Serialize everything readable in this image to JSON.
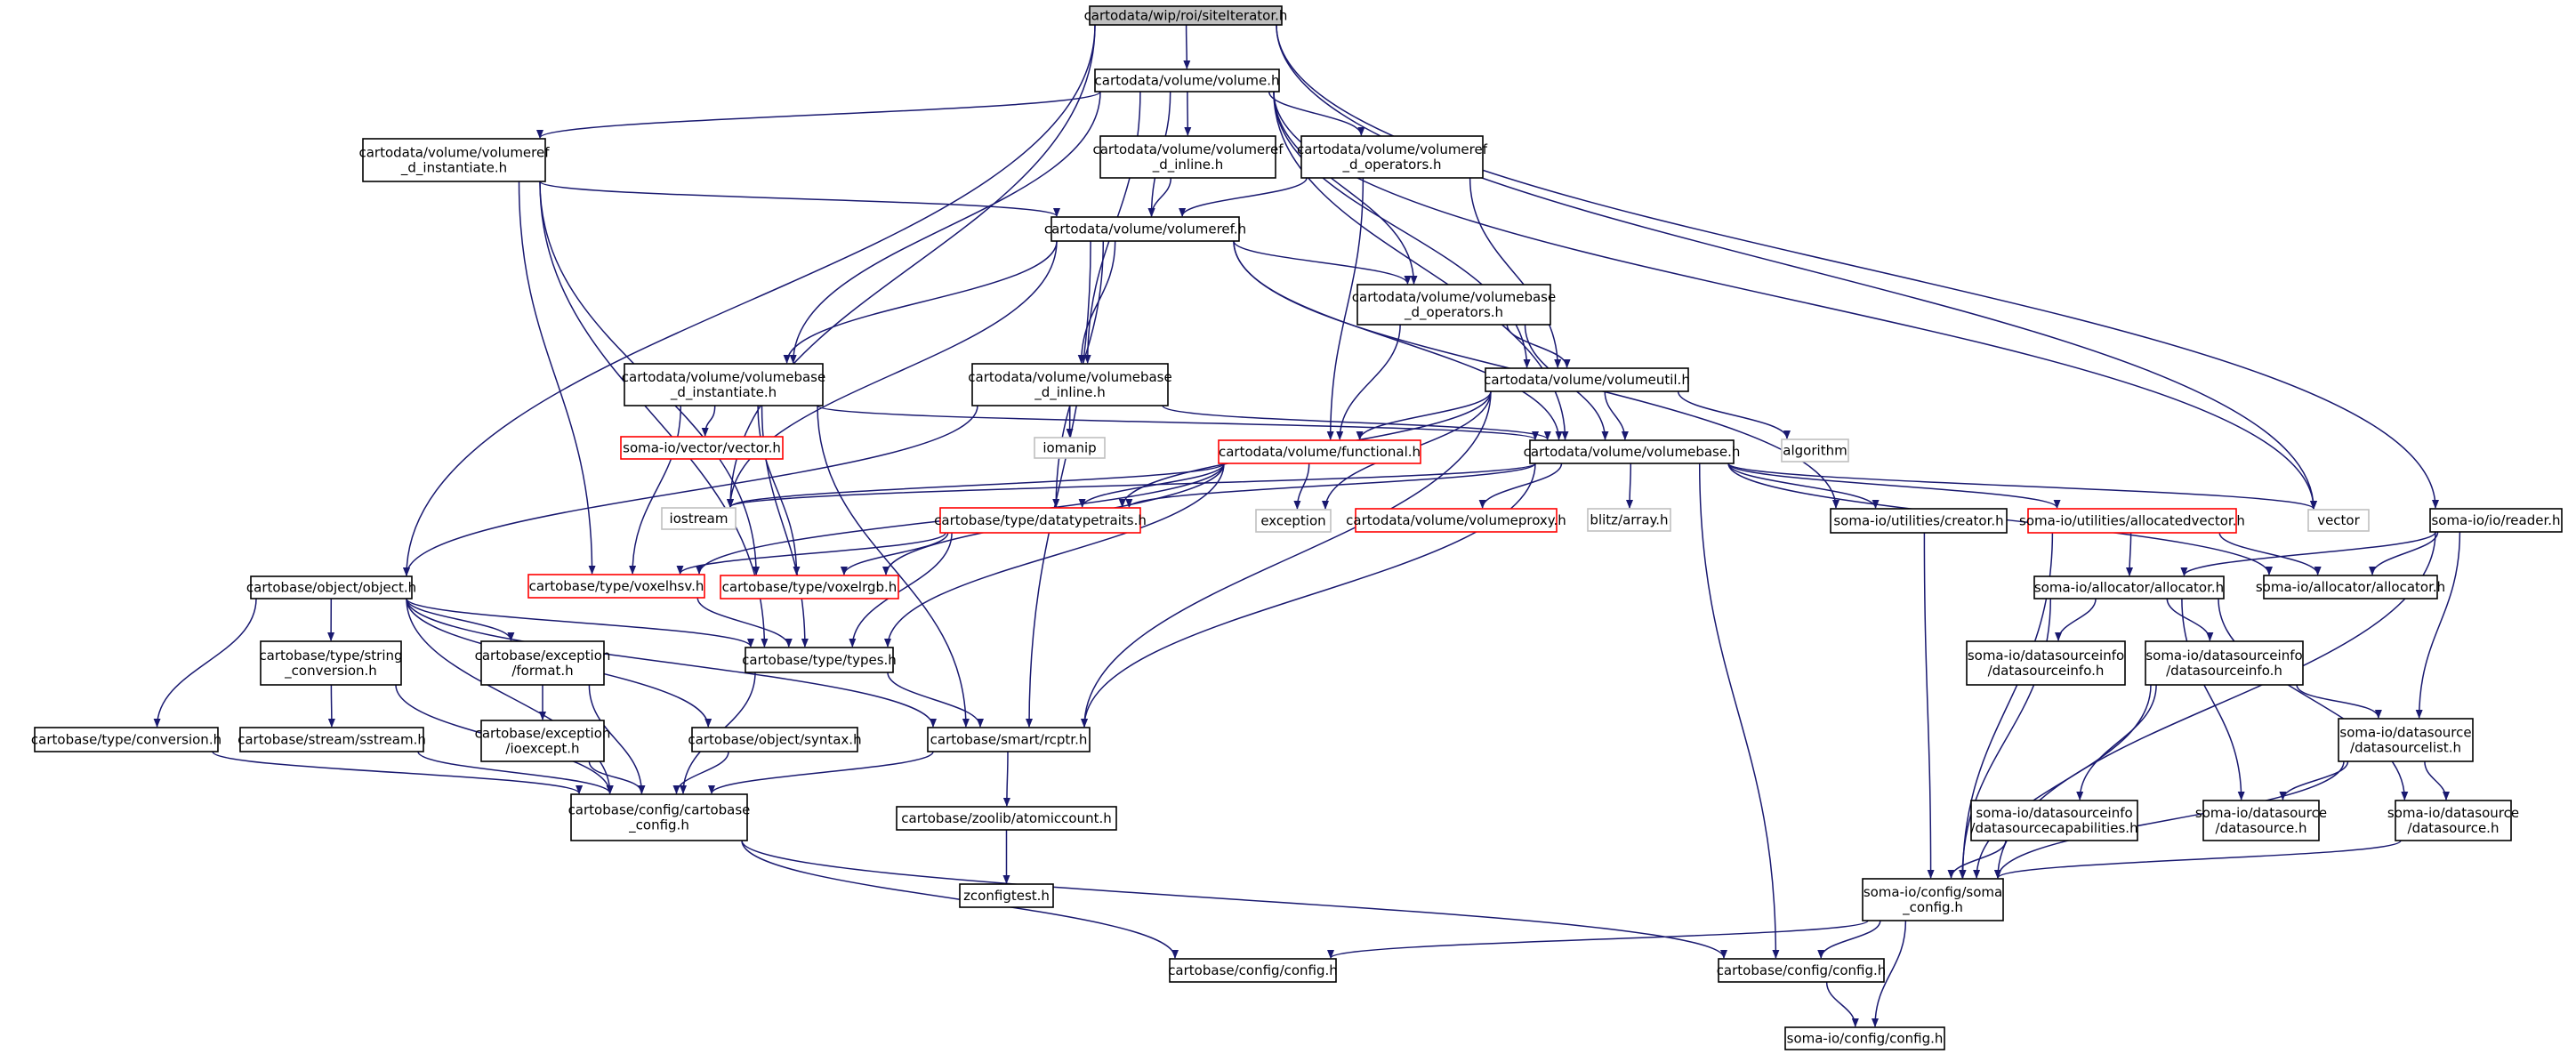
{
  "colors": {
    "edge": "#191970",
    "border": "#000000",
    "border_external": "#bfbfbf",
    "border_truncated": "#ff0000",
    "fill_root": "#bfbfbf",
    "fill_node": "#ffffff",
    "text": "#000000",
    "text_external": "#000000"
  },
  "nodes": [
    {
      "id": "n_siteiterator",
      "lines": [
        "cartodata/wip/roi/siteIterator.h"
      ],
      "style": "root"
    },
    {
      "id": "n_volume",
      "lines": [
        "cartodata/volume/volume.h"
      ],
      "style": "normal"
    },
    {
      "id": "n_volumeref_d_instantiate",
      "lines": [
        "cartodata/volume/volumeref",
        "_d_instantiate.h"
      ],
      "style": "normal"
    },
    {
      "id": "n_volumeref_d_inline",
      "lines": [
        "cartodata/volume/volumeref",
        "_d_inline.h"
      ],
      "style": "normal"
    },
    {
      "id": "n_volumeref_d_operators",
      "lines": [
        "cartodata/volume/volumeref",
        "_d_operators.h"
      ],
      "style": "normal"
    },
    {
      "id": "n_volumeref",
      "lines": [
        "cartodata/volume/volumeref.h"
      ],
      "style": "normal"
    },
    {
      "id": "n_volumebase_d_operators",
      "lines": [
        "cartodata/volume/volumebase",
        "_d_operators.h"
      ],
      "style": "normal"
    },
    {
      "id": "n_volumebase_d_instantiate",
      "lines": [
        "cartodata/volume/volumebase",
        "_d_instantiate.h"
      ],
      "style": "normal"
    },
    {
      "id": "n_volumebase_d_inline",
      "lines": [
        "cartodata/volume/volumebase",
        "_d_inline.h"
      ],
      "style": "normal"
    },
    {
      "id": "n_volumeutil",
      "lines": [
        "cartodata/volume/volumeutil.h"
      ],
      "style": "normal"
    },
    {
      "id": "n_soma_vector",
      "lines": [
        "soma-io/vector/vector.h"
      ],
      "style": "truncated"
    },
    {
      "id": "n_iomanip",
      "lines": [
        "iomanip"
      ],
      "style": "external"
    },
    {
      "id": "n_functional",
      "lines": [
        "cartodata/volume/functional.h"
      ],
      "style": "truncated"
    },
    {
      "id": "n_volumebase",
      "lines": [
        "cartodata/volume/volumebase.h"
      ],
      "style": "normal"
    },
    {
      "id": "n_algorithm",
      "lines": [
        "algorithm"
      ],
      "style": "external"
    },
    {
      "id": "n_iostream",
      "lines": [
        "iostream"
      ],
      "style": "external"
    },
    {
      "id": "n_datatypetraits",
      "lines": [
        "cartobase/type/datatypetraits.h"
      ],
      "style": "truncated"
    },
    {
      "id": "n_exception",
      "lines": [
        "exception"
      ],
      "style": "external"
    },
    {
      "id": "n_volumeproxy",
      "lines": [
        "cartodata/volume/volumeproxy.h"
      ],
      "style": "truncated"
    },
    {
      "id": "n_blitz_array",
      "lines": [
        "blitz/array.h"
      ],
      "style": "external"
    },
    {
      "id": "n_creator",
      "lines": [
        "soma-io/utilities/creator.h"
      ],
      "style": "normal"
    },
    {
      "id": "n_allocatedvector",
      "lines": [
        "soma-io/utilities/allocatedvector.h"
      ],
      "style": "truncated"
    },
    {
      "id": "n_vector",
      "lines": [
        "vector"
      ],
      "style": "external"
    },
    {
      "id": "n_reader",
      "lines": [
        "soma-io/io/reader.h"
      ],
      "style": "normal"
    },
    {
      "id": "n_object",
      "lines": [
        "cartobase/object/object.h"
      ],
      "style": "normal"
    },
    {
      "id": "n_voxelhsv",
      "lines": [
        "cartobase/type/voxelhsv.h"
      ],
      "style": "truncated"
    },
    {
      "id": "n_voxelrgb",
      "lines": [
        "cartobase/type/voxelrgb.h"
      ],
      "style": "truncated"
    },
    {
      "id": "n_allocator_h1",
      "lines": [
        "soma-io/allocator/allocator.h"
      ],
      "style": "normal"
    },
    {
      "id": "n_allocator_h2",
      "lines": [
        "soma-io/allocator/allocator.h"
      ],
      "style": "normal"
    },
    {
      "id": "n_string_conversion",
      "lines": [
        "cartobase/type/string",
        "_conversion.h"
      ],
      "style": "normal"
    },
    {
      "id": "n_exception_format",
      "lines": [
        "cartobase/exception",
        "/format.h"
      ],
      "style": "normal"
    },
    {
      "id": "n_types",
      "lines": [
        "cartobase/type/types.h"
      ],
      "style": "normal"
    },
    {
      "id": "n_dsi_info1",
      "lines": [
        "soma-io/datasourceinfo",
        "/datasourceinfo.h"
      ],
      "style": "normal"
    },
    {
      "id": "n_dsi_info2",
      "lines": [
        "soma-io/datasourceinfo",
        "/datasourceinfo.h"
      ],
      "style": "normal"
    },
    {
      "id": "n_datasourcelist",
      "lines": [
        "soma-io/datasource",
        "/datasourcelist.h"
      ],
      "style": "normal"
    },
    {
      "id": "n_conversion",
      "lines": [
        "cartobase/type/conversion.h"
      ],
      "style": "normal"
    },
    {
      "id": "n_sstream",
      "lines": [
        "cartobase/stream/sstream.h"
      ],
      "style": "normal"
    },
    {
      "id": "n_ioexcept",
      "lines": [
        "cartobase/exception",
        "/ioexcept.h"
      ],
      "style": "normal"
    },
    {
      "id": "n_syntax",
      "lines": [
        "cartobase/object/syntax.h"
      ],
      "style": "normal"
    },
    {
      "id": "n_rcptr",
      "lines": [
        "cartobase/smart/rcptr.h"
      ],
      "style": "normal"
    },
    {
      "id": "n_cartobase_config",
      "lines": [
        "cartobase/config/cartobase",
        "_config.h"
      ],
      "style": "normal"
    },
    {
      "id": "n_atomiccount",
      "lines": [
        "cartobase/zoolib/atomiccount.h"
      ],
      "style": "normal"
    },
    {
      "id": "n_zconfigtest",
      "lines": [
        "zconfigtest.h"
      ],
      "style": "normal"
    },
    {
      "id": "n_dsi_capabilities",
      "lines": [
        "soma-io/datasourceinfo",
        "/datasourcecapabilities.h"
      ],
      "style": "normal"
    },
    {
      "id": "n_datasource1",
      "lines": [
        "soma-io/datasource",
        "/datasource.h"
      ],
      "style": "normal"
    },
    {
      "id": "n_datasource2",
      "lines": [
        "soma-io/datasource",
        "/datasource.h"
      ],
      "style": "normal"
    },
    {
      "id": "n_soma_config",
      "lines": [
        "soma-io/config/soma",
        "_config.h"
      ],
      "style": "normal"
    },
    {
      "id": "n_cb_config1",
      "lines": [
        "cartobase/config/config.h"
      ],
      "style": "normal"
    },
    {
      "id": "n_cb_config2",
      "lines": [
        "cartobase/config/config.h"
      ],
      "style": "normal"
    },
    {
      "id": "n_soma_config_h",
      "lines": [
        "soma-io/config/config.h"
      ],
      "style": "normal"
    }
  ],
  "edges": [
    [
      "n_siteiterator",
      "n_volume"
    ],
    [
      "n_siteiterator",
      "n_iostream"
    ],
    [
      "n_siteiterator",
      "n_vector"
    ],
    [
      "n_siteiterator",
      "n_reader"
    ],
    [
      "n_siteiterator",
      "n_object"
    ],
    [
      "n_volume",
      "n_volumeref_d_instantiate"
    ],
    [
      "n_volume",
      "n_volumeref_d_inline"
    ],
    [
      "n_volume",
      "n_volumeref_d_operators"
    ],
    [
      "n_volume",
      "n_volumeref"
    ],
    [
      "n_volume",
      "n_volumebase_d_instantiate"
    ],
    [
      "n_volume",
      "n_volumebase_d_inline"
    ],
    [
      "n_volume",
      "n_volumebase_d_operators"
    ],
    [
      "n_volume",
      "n_volumeutil"
    ],
    [
      "n_volume",
      "n_volumebase"
    ],
    [
      "n_volume",
      "n_vector"
    ],
    [
      "n_volumeref_d_instantiate",
      "n_volumeref"
    ],
    [
      "n_volumeref_d_instantiate",
      "n_voxelhsv"
    ],
    [
      "n_volumeref_d_instantiate",
      "n_voxelrgb"
    ],
    [
      "n_volumeref_d_instantiate",
      "n_types"
    ],
    [
      "n_volumeref_d_inline",
      "n_volumeref"
    ],
    [
      "n_volumeref_d_operators",
      "n_volumeref"
    ],
    [
      "n_volumeref_d_operators",
      "n_functional"
    ],
    [
      "n_volumeref_d_operators",
      "n_volumeutil"
    ],
    [
      "n_volumeref",
      "n_volumebase_d_instantiate"
    ],
    [
      "n_volumeref",
      "n_volumebase_d_inline"
    ],
    [
      "n_volumeref",
      "n_volumebase_d_operators"
    ],
    [
      "n_volumeref",
      "n_volumebase"
    ],
    [
      "n_volumeref",
      "n_creator"
    ],
    [
      "n_volumeref",
      "n_iostream"
    ],
    [
      "n_volumeref",
      "n_datatypetraits"
    ],
    [
      "n_volumeref",
      "n_rcptr"
    ],
    [
      "n_volumebase_d_operators",
      "n_volumeutil"
    ],
    [
      "n_volumebase_d_operators",
      "n_functional"
    ],
    [
      "n_volumebase_d_operators",
      "n_volumebase"
    ],
    [
      "n_volumebase_d_instantiate",
      "n_soma_vector"
    ],
    [
      "n_volumebase_d_instantiate",
      "n_volumebase"
    ],
    [
      "n_volumebase_d_instantiate",
      "n_voxelhsv"
    ],
    [
      "n_volumebase_d_instantiate",
      "n_voxelrgb"
    ],
    [
      "n_volumebase_d_instantiate",
      "n_types"
    ],
    [
      "n_volumebase_d_instantiate",
      "n_rcptr"
    ],
    [
      "n_volumebase_d_inline",
      "n_iomanip"
    ],
    [
      "n_volumebase_d_inline",
      "n_volumebase"
    ],
    [
      "n_volumebase_d_inline",
      "n_object"
    ],
    [
      "n_volumeutil",
      "n_functional"
    ],
    [
      "n_volumeutil",
      "n_volumebase"
    ],
    [
      "n_volumeutil",
      "n_algorithm"
    ],
    [
      "n_volumeutil",
      "n_exception"
    ],
    [
      "n_volumeutil",
      "n_datatypetraits"
    ],
    [
      "n_volumeutil",
      "n_rcptr"
    ],
    [
      "n_functional",
      "n_exception"
    ],
    [
      "n_functional",
      "n_iostream"
    ],
    [
      "n_functional",
      "n_datatypetraits"
    ],
    [
      "n_functional",
      "n_voxelhsv"
    ],
    [
      "n_functional",
      "n_voxelrgb"
    ],
    [
      "n_functional",
      "n_types"
    ],
    [
      "n_volumebase",
      "n_iostream"
    ],
    [
      "n_volumebase",
      "n_datatypetraits"
    ],
    [
      "n_volumebase",
      "n_volumeproxy"
    ],
    [
      "n_volumebase",
      "n_blitz_array"
    ],
    [
      "n_volumebase",
      "n_creator"
    ],
    [
      "n_volumebase",
      "n_allocatedvector"
    ],
    [
      "n_volumebase",
      "n_vector"
    ],
    [
      "n_volumebase",
      "n_allocator_h2"
    ],
    [
      "n_volumebase",
      "n_rcptr"
    ],
    [
      "n_volumebase",
      "n_cb_config2"
    ],
    [
      "n_datatypetraits",
      "n_voxelhsv"
    ],
    [
      "n_datatypetraits",
      "n_voxelrgb"
    ],
    [
      "n_datatypetraits",
      "n_types"
    ],
    [
      "n_voxelhsv",
      "n_types"
    ],
    [
      "n_creator",
      "n_soma_config"
    ],
    [
      "n_allocatedvector",
      "n_allocator_h1"
    ],
    [
      "n_allocatedvector",
      "n_allocator_h2"
    ],
    [
      "n_allocatedvector",
      "n_soma_config"
    ],
    [
      "n_reader",
      "n_allocator_h1"
    ],
    [
      "n_reader",
      "n_allocator_h2"
    ],
    [
      "n_reader",
      "n_datasourcelist"
    ],
    [
      "n_reader",
      "n_soma_config"
    ],
    [
      "n_object",
      "n_string_conversion"
    ],
    [
      "n_object",
      "n_exception_format"
    ],
    [
      "n_object",
      "n_types"
    ],
    [
      "n_object",
      "n_conversion"
    ],
    [
      "n_object",
      "n_syntax"
    ],
    [
      "n_object",
      "n_rcptr"
    ],
    [
      "n_object",
      "n_cartobase_config"
    ],
    [
      "n_allocator_h1",
      "n_dsi_info1"
    ],
    [
      "n_allocator_h1",
      "n_dsi_info2"
    ],
    [
      "n_allocator_h1",
      "n_datasource1"
    ],
    [
      "n_allocator_h1",
      "n_datasource2"
    ],
    [
      "n_allocator_h1",
      "n_soma_config"
    ],
    [
      "n_string_conversion",
      "n_sstream"
    ],
    [
      "n_string_conversion",
      "n_cartobase_config"
    ],
    [
      "n_exception_format",
      "n_ioexcept"
    ],
    [
      "n_exception_format",
      "n_cartobase_config"
    ],
    [
      "n_types",
      "n_rcptr"
    ],
    [
      "n_types",
      "n_cartobase_config"
    ],
    [
      "n_dsi_info2",
      "n_datasourcelist"
    ],
    [
      "n_dsi_info2",
      "n_dsi_capabilities"
    ],
    [
      "n_dsi_info2",
      "n_soma_config"
    ],
    [
      "n_datasourcelist",
      "n_datasource1"
    ],
    [
      "n_datasourcelist",
      "n_datasource2"
    ],
    [
      "n_datasourcelist",
      "n_soma_config"
    ],
    [
      "n_conversion",
      "n_cartobase_config"
    ],
    [
      "n_sstream",
      "n_cartobase_config"
    ],
    [
      "n_ioexcept",
      "n_cartobase_config"
    ],
    [
      "n_syntax",
      "n_cartobase_config"
    ],
    [
      "n_rcptr",
      "n_cartobase_config"
    ],
    [
      "n_rcptr",
      "n_atomiccount"
    ],
    [
      "n_atomiccount",
      "n_zconfigtest"
    ],
    [
      "n_dsi_capabilities",
      "n_soma_config"
    ],
    [
      "n_datasource2",
      "n_soma_config"
    ],
    [
      "n_soma_config",
      "n_cb_config1"
    ],
    [
      "n_soma_config",
      "n_cb_config2"
    ],
    [
      "n_soma_config",
      "n_soma_config_h"
    ],
    [
      "n_cartobase_config",
      "n_cb_config1"
    ],
    [
      "n_cartobase_config",
      "n_cb_config2"
    ],
    [
      "n_cb_config2",
      "n_soma_config_h"
    ]
  ]
}
